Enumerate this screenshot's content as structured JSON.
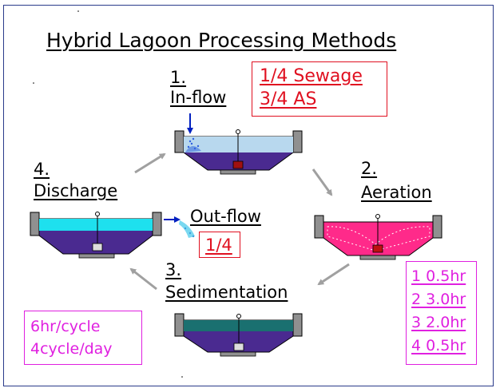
{
  "diagram": {
    "title": "Hybrid Lagoon Processing Methods",
    "steps": {
      "inflow": {
        "number": "1.",
        "label": "In-flow"
      },
      "aeration": {
        "number": "2.",
        "label": "Aeration"
      },
      "sedimentation": {
        "number": "3.",
        "label": "Sedimentation"
      },
      "discharge": {
        "number": "4.",
        "label": "Discharge"
      }
    },
    "inflow_mix": {
      "line1": "1/4 Sewage",
      "line2": "3/4 AS"
    },
    "outflow": {
      "label": "Out-flow",
      "fraction": "1/4"
    },
    "durations": [
      "1  0.5hr",
      "2  3.0hr",
      "3  2.0hr",
      "4  0.5hr"
    ],
    "cycle": {
      "line1": "6hr/cycle",
      "line2": "4cycle/day"
    }
  },
  "colors": {
    "border": "#2a3a8a",
    "red": "#e01020",
    "magenta": "#e020e0",
    "basin": "#4a2a90",
    "inflow_water": "#b8d8ee",
    "aeration": "#ff2a8a",
    "settled_water": "#1a7070",
    "discharge_water": "#1ee0ee",
    "arrow": "#a0a0a0"
  }
}
